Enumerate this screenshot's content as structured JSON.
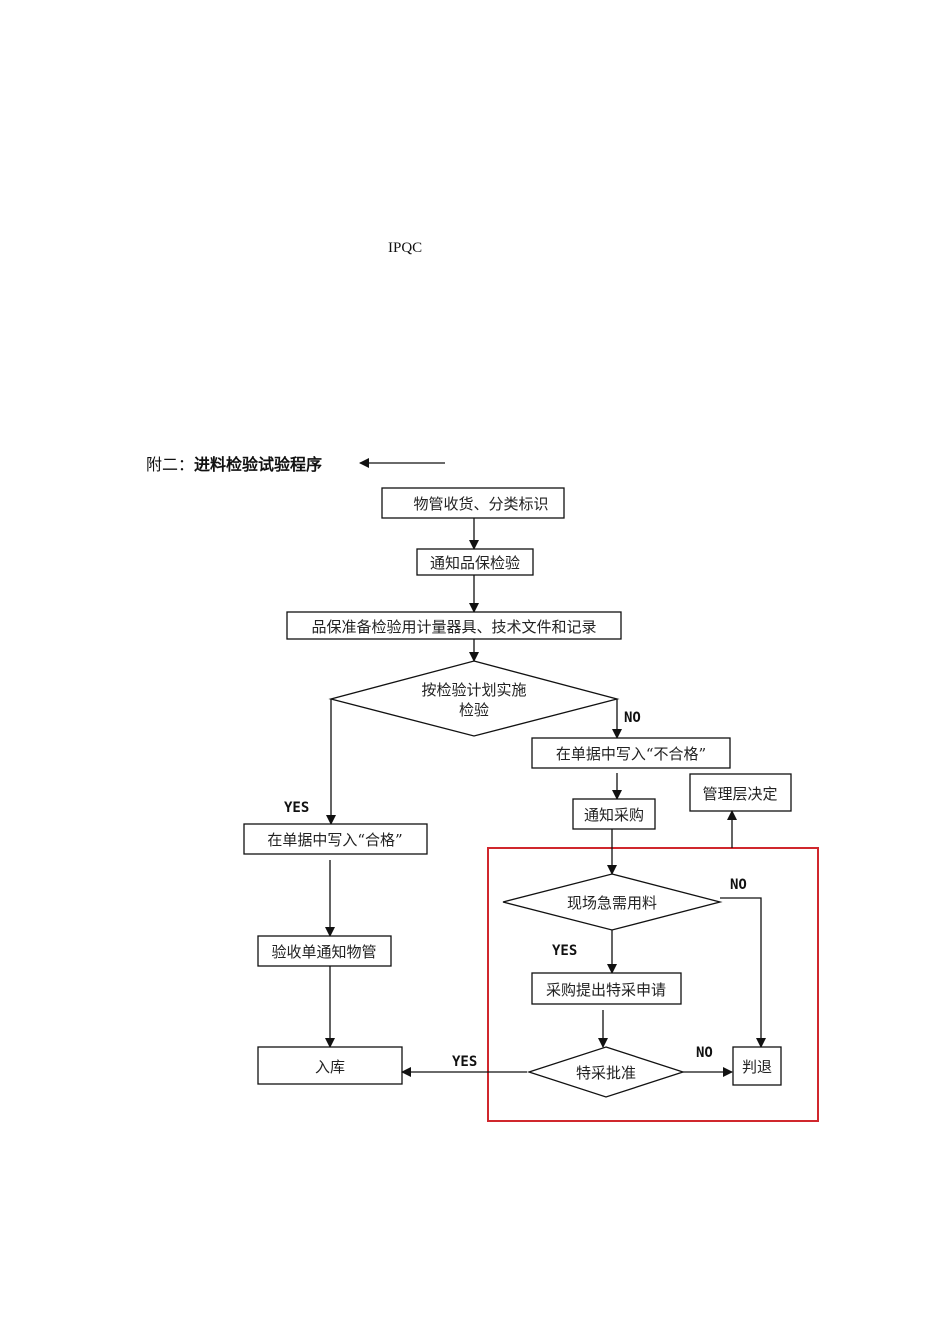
{
  "header_label": "IPQC",
  "heading": {
    "prefix": "附二：",
    "title": "进料检验试验程序"
  },
  "colors": {
    "highlight_frame": "#d0272d",
    "line": "#111111"
  },
  "flowchart": {
    "nodes": {
      "receive": "物管收货、分类标识",
      "notify_qa": "通知品保检验",
      "prepare": "品保准备检验用计量器具、技术文件和记录",
      "inspect_line1": "按检验计划实施",
      "inspect_line2": "检验",
      "write_fail": "在单据中写入“不合格”",
      "notify_purchase": "通知采购",
      "management": "管理层决定",
      "write_pass": "在单据中写入“合格”",
      "notify_warehouse": "验收单通知物管",
      "urgent": "现场急需用料",
      "special_request": "采购提出特采申请",
      "warehouse_in": "入库",
      "special_approve": "特采批准",
      "reject": "判退"
    },
    "labels": {
      "inspect_no": "NO",
      "inspect_yes": "YES",
      "urgent_no": "NO",
      "urgent_yes": "YES",
      "approve_yes": "YES",
      "approve_no": "NO"
    }
  }
}
